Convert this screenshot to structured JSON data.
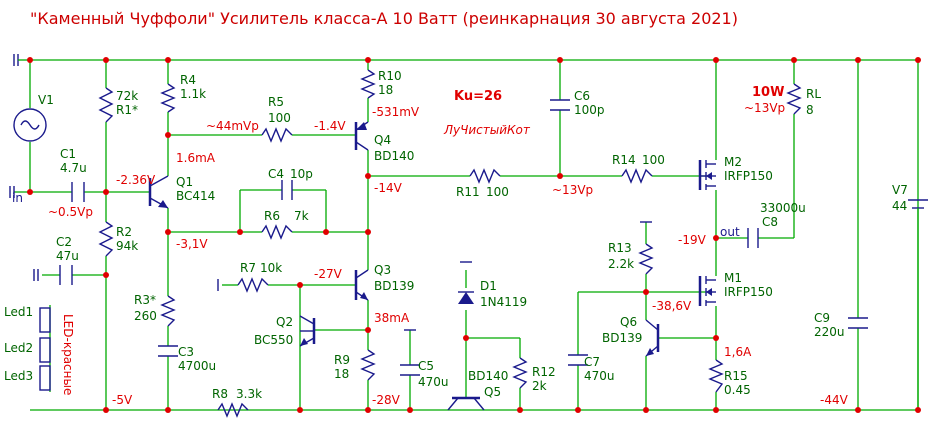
{
  "title": "\"Каменный Чуффоли\" Усилитель класса-А 10 Ватт (реинкарнация 30 августа 2021)",
  "gain": "Ku=26",
  "author": "ЛуЧистыйКот",
  "power": "10W",
  "components": {
    "V1": "V1",
    "R1": [
      "72k",
      "R1*"
    ],
    "R2": [
      "R2",
      "94k"
    ],
    "R3": [
      "R3*",
      "260"
    ],
    "R4": [
      "R4",
      "1.1k"
    ],
    "R5": [
      "R5",
      "100"
    ],
    "R6": [
      "R6",
      "7k"
    ],
    "R7": [
      "R7",
      "10k"
    ],
    "R8": [
      "R8",
      "3.3k"
    ],
    "R9": [
      "R9",
      "18"
    ],
    "R10": [
      "R10",
      "18"
    ],
    "R11": [
      "R11",
      "100"
    ],
    "R12": [
      "R12",
      "2k"
    ],
    "R13": [
      "R13",
      "2.2k"
    ],
    "R14": [
      "R14",
      "100"
    ],
    "R15": [
      "R15",
      "0.45"
    ],
    "RL": [
      "RL",
      "8"
    ],
    "C1": [
      "C1",
      "4.7u"
    ],
    "C2": [
      "C2",
      "47u"
    ],
    "C3": [
      "C3",
      "4700u"
    ],
    "C4": [
      "C4",
      "10p"
    ],
    "C5": [
      "C5",
      "470u"
    ],
    "C6": [
      "C6",
      "100p"
    ],
    "C7": [
      "C7",
      "470u"
    ],
    "C8": [
      "33000u",
      "C8"
    ],
    "C9": [
      "C9",
      "220u"
    ],
    "V7": [
      "V7",
      "44"
    ],
    "Q1": [
      "Q1",
      "BC414"
    ],
    "Q2": [
      "Q2",
      "BC550"
    ],
    "Q3": [
      "Q3",
      "BD139"
    ],
    "Q4": [
      "Q4",
      "BD140"
    ],
    "Q5": [
      "BD140",
      "Q5"
    ],
    "Q6": [
      "Q6",
      "BD139"
    ],
    "M1": [
      "M1",
      "IRFP150"
    ],
    "M2": [
      "M2",
      "IRFP150"
    ],
    "D1": [
      "D1",
      "1N4119"
    ],
    "leds": [
      "Led1",
      "Led2",
      "Led3"
    ],
    "led_note": "LED-красные"
  },
  "nets": {
    "in": "in",
    "out": "out",
    "vin": "~0.5Vp",
    "q1b": "-2.36V",
    "q1i": "1.6mA",
    "q1e": "-3,1V",
    "r5": "~44mVp",
    "q4b": "-1.4V",
    "q4e": "-531mV",
    "q4c": "-14V",
    "q3b": "-27V",
    "q3i": "38mA",
    "gate": "~13Vp",
    "out_dc": "-19V",
    "q6": "-38,6V",
    "m1i": "1,6A",
    "vout": "~13Vp",
    "n5": "-5V",
    "n28": "-28V",
    "n44": "-44V"
  }
}
